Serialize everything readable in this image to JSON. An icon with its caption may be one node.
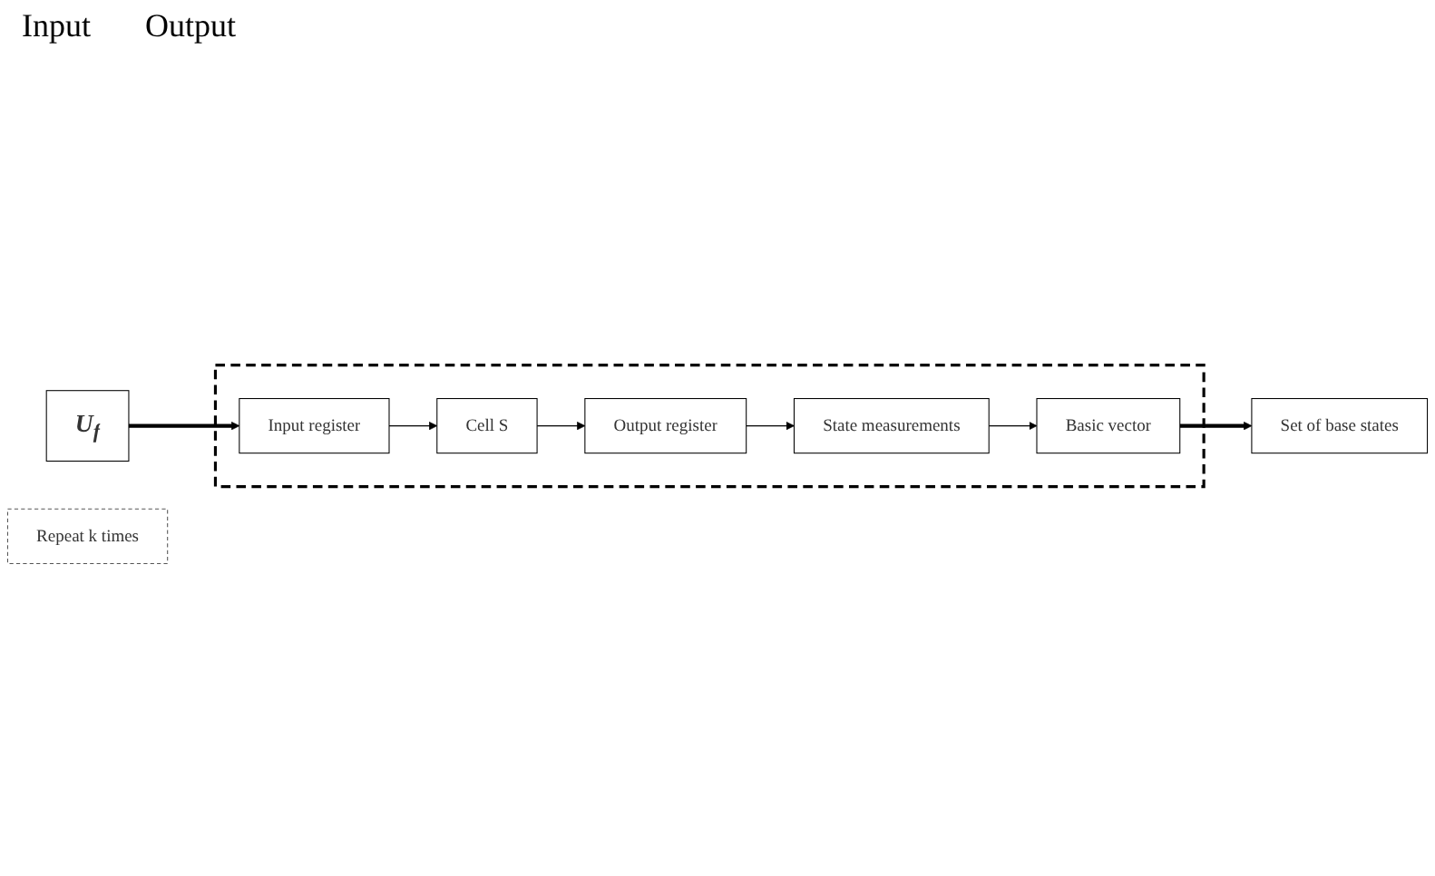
{
  "diagram": {
    "nodes": [
      {
        "text": [
          "U$_{f}$"
        ]
      },
      {
        "text": [],
        "shape": "box"
      },
      {
        "text": [
          "Input register"
        ],
        "in": 1
      },
      {
        "text": [
          "Cell S"
        ],
        "in": 1
      },
      {
        "text": [
          "Basic vector"
        ],
        "in": 1
      },
      {
        "text": [
          "State measurements"
        ],
        "in": 1
      },
      {
        "text": [
          "Output register"
        ],
        "in": 1
      },
      {
        "text": [
          "Repeat k times"
        ]
      },
      {
        "text": [
          "Set of base states"
        ]
      }
    ],
    "edges": [
      {
        "from": 0,
        "to": 2,
        "arrow": "to",
        "style": "thick"
      },
      {
        "from": 2,
        "to": 3,
        "arrow": "to"
      },
      {
        "from": 3,
        "to": 6,
        "arrow": "to"
      },
      {
        "from": 6,
        "to": 5,
        "arrow": "to"
      },
      {
        "from": 5,
        "to": 4,
        "arrow": "to"
      },
      {
        "from": 4,
        "to": 8,
        "arrow": "to",
        "style": "thick"
      }
    ],
    "labels": [
      "Input",
      "Output"
    ]
  }
}
